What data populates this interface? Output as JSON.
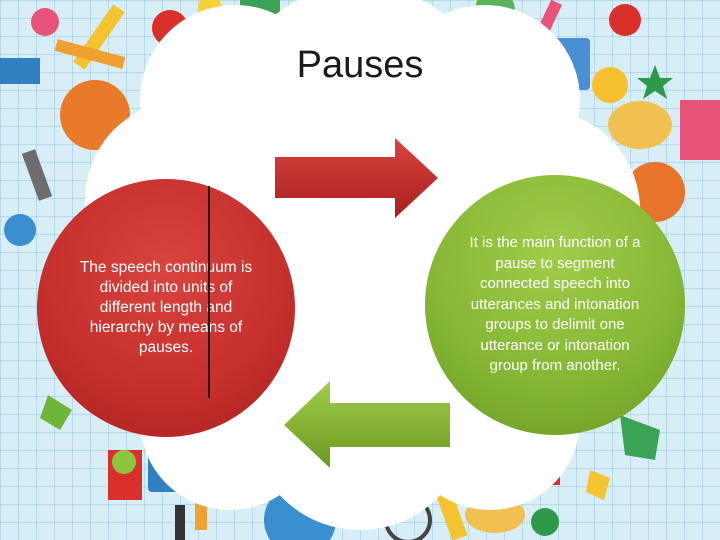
{
  "slide": {
    "title": "Pauses"
  },
  "left_circle": {
    "text": "The speech continuum is divided into units of different length and hierarchy by means of pauses.",
    "color": "#c7302d"
  },
  "right_circle": {
    "text": "It is the main function of a pause to segment connected speech into utterances and intonation groups to delimit one utterance or intonation group from another.",
    "color": "#86b835"
  },
  "arrows": [
    {
      "direction": "right",
      "color": "#c0302c"
    },
    {
      "direction": "left",
      "color": "#7fb43a"
    }
  ],
  "background": {
    "color": "#d7eef6"
  }
}
